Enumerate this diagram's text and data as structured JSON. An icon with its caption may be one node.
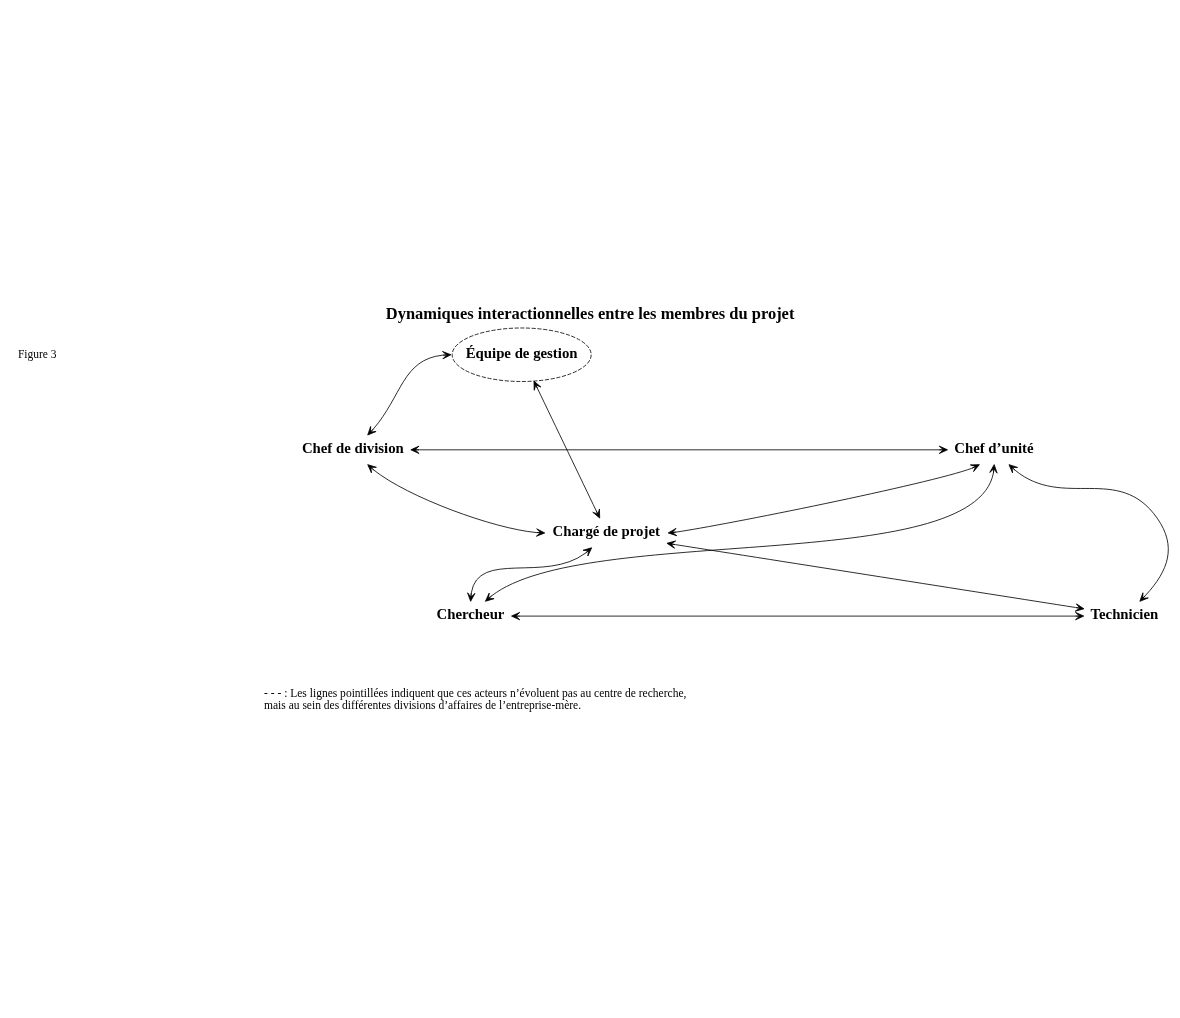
{
  "diagram": {
    "title": "Dynamiques interactionnelles entre les membres du projet",
    "nodes": [
      {
        "text": [
          "Équipe de gestion"
        ]
      },
      {
        "text": [
          "Chef de division"
        ]
      },
      {
        "text": [
          "Chef d’unité"
        ]
      },
      {
        "text": [
          "Chargé de projet"
        ]
      },
      {
        "text": [
          "Chercheur"
        ]
      },
      {
        "text": [
          "Technicien"
        ]
      }
    ],
    "edges": [
      {
        "from": 1,
        "to": 0,
        "arrow": "both"
      },
      {
        "from": 0,
        "to": 3,
        "arrow": "both"
      },
      {
        "from": 1,
        "to": 2,
        "arrow": "both"
      },
      {
        "from": 1,
        "to": 3,
        "arrow": "both"
      },
      {
        "from": 2,
        "to": 3,
        "arrow": "both"
      },
      {
        "from": 2,
        "to": 4,
        "arrow": "both"
      },
      {
        "from": 2,
        "to": 5,
        "arrow": "both"
      },
      {
        "from": 3,
        "to": 4,
        "arrow": "both"
      },
      {
        "from": 3,
        "to": 5,
        "arrow": "both"
      },
      {
        "from": 4,
        "to": 5,
        "arrow": "both"
      }
    ],
    "labels": [
      "Figure 3",
      "- - - : Les lignes pointillées indiquent que ces acteurs n’évoluent pas au centre de recherche, mais au sein des différentes divisions d’affaires de l’entreprise-mère."
    ]
  }
}
